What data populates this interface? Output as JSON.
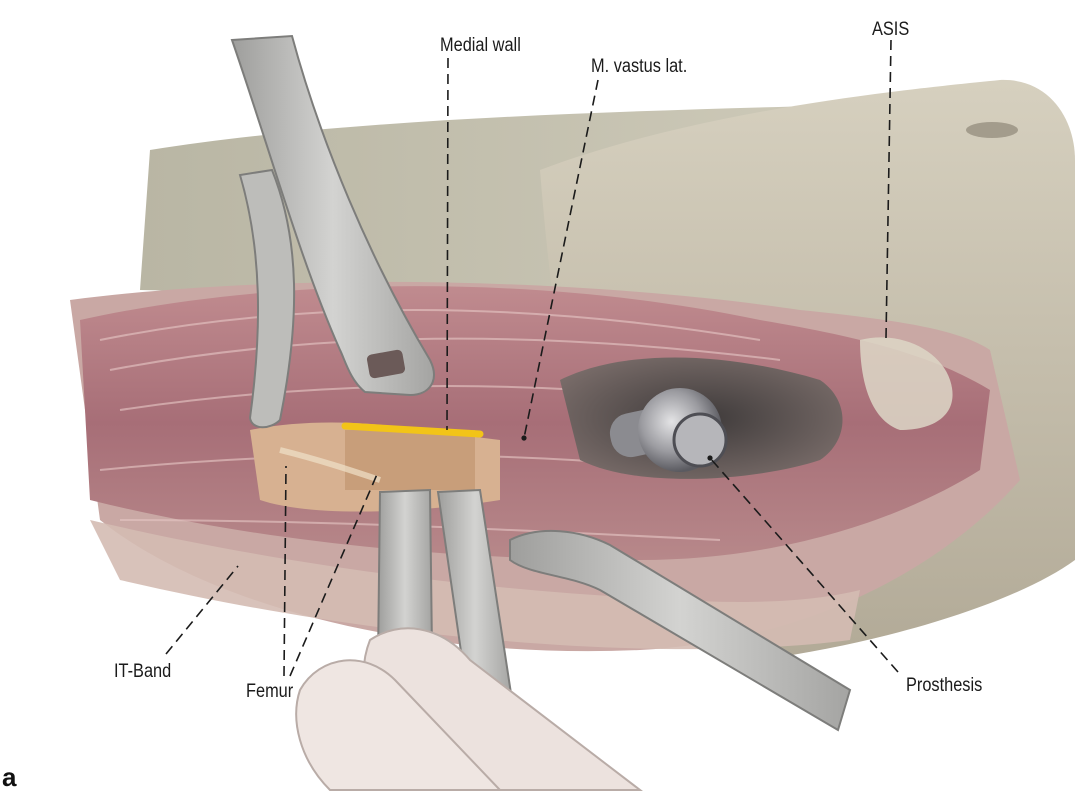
{
  "panel": {
    "letter": "a"
  },
  "labels": {
    "medial_wall": "Medial wall",
    "vastus_lat": "M. vastus lat.",
    "asis": "ASIS",
    "it_band": "IT-Band",
    "femur": "Femur",
    "prosthesis": "Prosthesis"
  },
  "colors": {
    "skin": "#cfc8b6",
    "skin_shadow": "#a9a08e",
    "drape": "#c7c2b1",
    "muscle": "#b57f85",
    "muscle_dark": "#8e5a62",
    "bone": "#d9b79a",
    "osteotomy_marker": "#f2c418",
    "instrument": "#b9b9b7",
    "instrument_edge": "#7d7d7b",
    "glove": "#ece2de",
    "prosthesis_metal": "#9a9a9e",
    "leader_line": "#1b1b1b"
  }
}
